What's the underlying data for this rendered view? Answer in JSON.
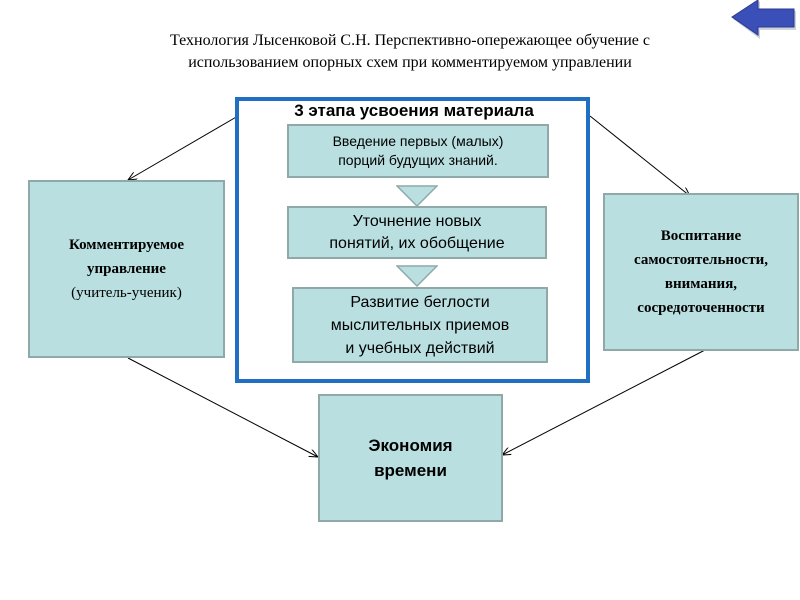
{
  "title": {
    "line1": "Технология Лысенковой С.Н. Перспективно-опережающее обучение  с",
    "line2": "использованием опорных схем при комментируемом управлении"
  },
  "nav": {
    "back_icon": "left-arrow-icon",
    "color": "#3b4fb8"
  },
  "left_box": {
    "line1": "Комментируемое",
    "line2": "управление",
    "line3": "(учитель-ученик)"
  },
  "right_box": {
    "line1": "Воспитание",
    "line2": "самостоятельности,",
    "line3": "внимания,",
    "line4": "сосредоточенности"
  },
  "bottom_box": {
    "line1": "Экономия",
    "line2": "времени"
  },
  "stages": {
    "title": "3 этапа усвоения материала",
    "step1": {
      "line1": "Введение первых (малых)",
      "line2": "порций будущих знаний."
    },
    "step2": {
      "line1": "Уточнение новых",
      "line2": "понятий, их обобщение"
    },
    "step3": {
      "line1": "Развитие беглости",
      "line2": "мыслительных приемов",
      "line3": "и учебных действий"
    }
  },
  "colors": {
    "box_fill": "#b9dfe0",
    "box_border": "#8fa9a8",
    "frame_border": "#1f6fc3"
  }
}
